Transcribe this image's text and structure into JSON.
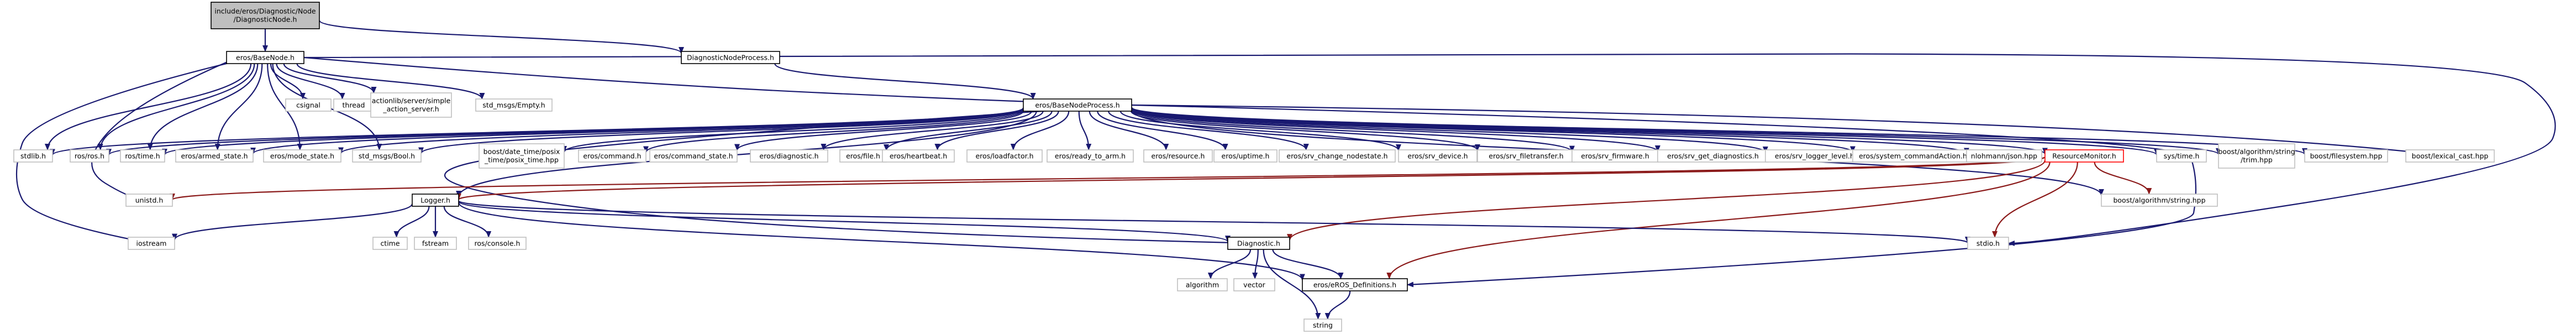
{
  "colors": {
    "edge_default": "#191970",
    "edge_highlight": "#8b1a1a",
    "node_fill_root": "#bfbfbf",
    "node_fill_doc": "#ffffff",
    "node_stroke_doc": "#000000",
    "node_stroke_leaf": "#bfbfbf",
    "node_stroke_highlight": "#ff0000"
  },
  "nodes": [
    {
      "id": "root",
      "label": "include/eros/Diagnostic/Node/DiagnosticNode.h",
      "style": "root"
    },
    {
      "id": "BaseNode",
      "label": "eros/BaseNode.h",
      "style": "doc"
    },
    {
      "id": "DiagnosticNodeProcess",
      "label": "DiagnosticNodeProcess.h",
      "style": "doc"
    },
    {
      "id": "BaseNodeProcess",
      "label": "eros/BaseNodeProcess.h",
      "style": "doc"
    },
    {
      "id": "csignal",
      "label": "csignal",
      "style": "leaf"
    },
    {
      "id": "thread",
      "label": "thread",
      "style": "leaf"
    },
    {
      "id": "actionlib",
      "label": "actionlib/server/simple_action_server.h",
      "style": "leaf"
    },
    {
      "id": "std_msgs_empty",
      "label": "std_msgs/Empty.h",
      "style": "leaf"
    },
    {
      "id": "stdlib",
      "label": "stdlib.h",
      "style": "leaf"
    },
    {
      "id": "ros_ros",
      "label": "ros/ros.h",
      "style": "leaf"
    },
    {
      "id": "ros_time",
      "label": "ros/time.h",
      "style": "leaf"
    },
    {
      "id": "armed_state",
      "label": "eros/armed_state.h",
      "style": "leaf"
    },
    {
      "id": "mode_state",
      "label": "eros/mode_state.h",
      "style": "leaf"
    },
    {
      "id": "std_msgs_bool",
      "label": "std_msgs/Bool.h",
      "style": "leaf"
    },
    {
      "id": "posix_time",
      "label": "boost/date_time/posix_time/posix_time.hpp",
      "style": "leaf"
    },
    {
      "id": "command",
      "label": "eros/command.h",
      "style": "leaf"
    },
    {
      "id": "command_state",
      "label": "eros/command_state.h",
      "style": "leaf"
    },
    {
      "id": "diagnostic_msg",
      "label": "eros/diagnostic.h",
      "style": "leaf"
    },
    {
      "id": "file",
      "label": "eros/file.h",
      "style": "leaf"
    },
    {
      "id": "heartbeat",
      "label": "eros/heartbeat.h",
      "style": "leaf"
    },
    {
      "id": "loadfactor",
      "label": "eros/loadfactor.h",
      "style": "leaf"
    },
    {
      "id": "ready_to_arm",
      "label": "eros/ready_to_arm.h",
      "style": "leaf"
    },
    {
      "id": "resource",
      "label": "eros/resource.h",
      "style": "leaf"
    },
    {
      "id": "uptime",
      "label": "eros/uptime.h",
      "style": "leaf"
    },
    {
      "id": "srv_change_nodestate",
      "label": "eros/srv_change_nodestate.h",
      "style": "leaf"
    },
    {
      "id": "srv_device",
      "label": "eros/srv_device.h",
      "style": "leaf"
    },
    {
      "id": "srv_filetransfer",
      "label": "eros/srv_filetransfer.h",
      "style": "leaf"
    },
    {
      "id": "srv_firmware",
      "label": "eros/srv_firmware.h",
      "style": "leaf"
    },
    {
      "id": "srv_get_diagnostics",
      "label": "eros/srv_get_diagnostics.h",
      "style": "leaf"
    },
    {
      "id": "srv_logger_level",
      "label": "eros/srv_logger_level.h",
      "style": "leaf"
    },
    {
      "id": "system_commandAction",
      "label": "eros/system_commandAction.h",
      "style": "leaf"
    },
    {
      "id": "json",
      "label": "nlohmann/json.hpp",
      "style": "leaf"
    },
    {
      "id": "ResourceMonitor",
      "label": "ResourceMonitor.h",
      "style": "highlight"
    },
    {
      "id": "sys_time",
      "label": "sys/time.h",
      "style": "leaf"
    },
    {
      "id": "trim",
      "label": "boost/algorithm/string/trim.hpp",
      "style": "leaf"
    },
    {
      "id": "filesystem",
      "label": "boost/filesystem.hpp",
      "style": "leaf"
    },
    {
      "id": "lexical_cast",
      "label": "boost/lexical_cast.hpp",
      "style": "leaf"
    },
    {
      "id": "unistd",
      "label": "unistd.h",
      "style": "leaf"
    },
    {
      "id": "Logger",
      "label": "Logger.h",
      "style": "doc"
    },
    {
      "id": "algo_string",
      "label": "boost/algorithm/string.hpp",
      "style": "leaf"
    },
    {
      "id": "iostream",
      "label": "iostream",
      "style": "leaf"
    },
    {
      "id": "ctime",
      "label": "ctime",
      "style": "leaf"
    },
    {
      "id": "fstream",
      "label": "fstream",
      "style": "leaf"
    },
    {
      "id": "ros_console",
      "label": "ros/console.h",
      "style": "leaf"
    },
    {
      "id": "Diagnostic",
      "label": "Diagnostic.h",
      "style": "doc"
    },
    {
      "id": "stdio",
      "label": "stdio.h",
      "style": "leaf"
    },
    {
      "id": "algorithm",
      "label": "algorithm",
      "style": "leaf"
    },
    {
      "id": "vector",
      "label": "vector",
      "style": "leaf"
    },
    {
      "id": "eROS_Definitions",
      "label": "eros/eROS_Definitions.h",
      "style": "doc"
    },
    {
      "id": "string",
      "label": "string",
      "style": "leaf"
    }
  ],
  "edges": [
    [
      "root",
      "BaseNode"
    ],
    [
      "root",
      "DiagnosticNodeProcess"
    ],
    [
      "DiagnosticNodeProcess",
      "BaseNodeProcess"
    ],
    [
      "BaseNode",
      "csignal"
    ],
    [
      "BaseNode",
      "thread"
    ],
    [
      "BaseNode",
      "actionlib"
    ],
    [
      "BaseNode",
      "std_msgs_empty"
    ],
    [
      "BaseNode",
      "stdlib"
    ],
    [
      "BaseNode",
      "ros_ros"
    ],
    [
      "BaseNode",
      "ros_time"
    ],
    [
      "BaseNode",
      "armed_state"
    ],
    [
      "BaseNode",
      "mode_state"
    ],
    [
      "BaseNode",
      "std_msgs_bool"
    ],
    [
      "BaseNode",
      "BaseNodeProcess"
    ],
    [
      "BaseNode",
      "unistd"
    ],
    [
      "BaseNode",
      "iostream"
    ],
    [
      "BaseNode",
      "stdio"
    ],
    [
      "BaseNodeProcess",
      "stdlib"
    ],
    [
      "BaseNodeProcess",
      "ros_ros"
    ],
    [
      "BaseNodeProcess",
      "ros_time"
    ],
    [
      "BaseNodeProcess",
      "armed_state"
    ],
    [
      "BaseNodeProcess",
      "mode_state"
    ],
    [
      "BaseNodeProcess",
      "std_msgs_bool"
    ],
    [
      "BaseNodeProcess",
      "posix_time"
    ],
    [
      "BaseNodeProcess",
      "command"
    ],
    [
      "BaseNodeProcess",
      "command_state"
    ],
    [
      "BaseNodeProcess",
      "diagnostic_msg"
    ],
    [
      "BaseNodeProcess",
      "file"
    ],
    [
      "BaseNodeProcess",
      "heartbeat"
    ],
    [
      "BaseNodeProcess",
      "loadfactor"
    ],
    [
      "BaseNodeProcess",
      "ready_to_arm"
    ],
    [
      "BaseNodeProcess",
      "resource"
    ],
    [
      "BaseNodeProcess",
      "uptime"
    ],
    [
      "BaseNodeProcess",
      "srv_change_nodestate"
    ],
    [
      "BaseNodeProcess",
      "srv_device"
    ],
    [
      "BaseNodeProcess",
      "srv_filetransfer"
    ],
    [
      "BaseNodeProcess",
      "srv_firmware"
    ],
    [
      "BaseNodeProcess",
      "srv_get_diagnostics"
    ],
    [
      "BaseNodeProcess",
      "srv_logger_level"
    ],
    [
      "BaseNodeProcess",
      "system_commandAction"
    ],
    [
      "BaseNodeProcess",
      "json"
    ],
    [
      "BaseNodeProcess",
      "ResourceMonitor"
    ],
    [
      "BaseNodeProcess",
      "sys_time"
    ],
    [
      "BaseNodeProcess",
      "trim"
    ],
    [
      "BaseNodeProcess",
      "filesystem"
    ],
    [
      "BaseNodeProcess",
      "lexical_cast"
    ],
    [
      "BaseNodeProcess",
      "Logger"
    ],
    [
      "BaseNodeProcess",
      "Diagnostic"
    ],
    [
      "BaseNodeProcess",
      "algo_string"
    ],
    [
      "BaseNodeProcess",
      "eROS_Definitions"
    ],
    [
      "ResourceMonitor",
      "unistd"
    ],
    [
      "ResourceMonitor",
      "Logger"
    ],
    [
      "ResourceMonitor",
      "algo_string"
    ],
    [
      "ResourceMonitor",
      "stdio"
    ],
    [
      "ResourceMonitor",
      "Diagnostic"
    ],
    [
      "ResourceMonitor",
      "eROS_Definitions"
    ],
    [
      "Logger",
      "iostream"
    ],
    [
      "Logger",
      "ctime"
    ],
    [
      "Logger",
      "fstream"
    ],
    [
      "Logger",
      "ros_console"
    ],
    [
      "Logger",
      "Diagnostic"
    ],
    [
      "Logger",
      "stdio"
    ],
    [
      "Logger",
      "eROS_Definitions"
    ],
    [
      "Diagnostic",
      "algorithm"
    ],
    [
      "Diagnostic",
      "vector"
    ],
    [
      "Diagnostic",
      "string"
    ],
    [
      "Diagnostic",
      "eROS_Definitions"
    ],
    [
      "eROS_Definitions",
      "string"
    ]
  ]
}
